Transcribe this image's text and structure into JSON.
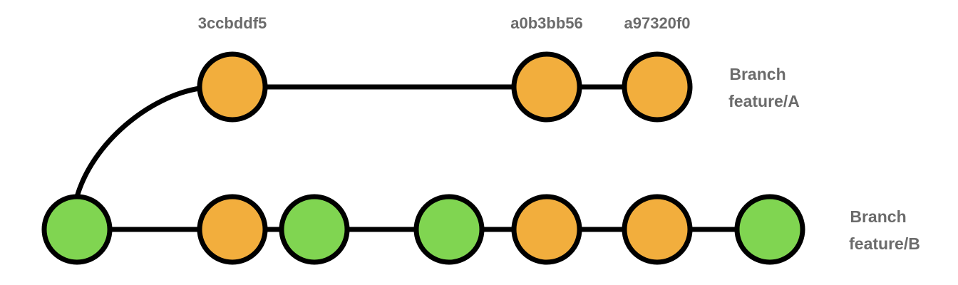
{
  "colors": {
    "line": "#000000",
    "orange": "#F2AE3D",
    "green": "#80D551",
    "label": "#6b6b6b"
  },
  "commits_a": [
    {
      "hash": "3ccbddf5",
      "color": "orange"
    },
    {
      "hash": "a0b3bb56",
      "color": "orange"
    },
    {
      "hash": "a97320f0",
      "color": "orange"
    }
  ],
  "commits_b": [
    "green",
    "orange",
    "green",
    "green",
    "orange",
    "orange",
    "green"
  ],
  "branch_a": {
    "line1": "Branch",
    "line2": "feature/A"
  },
  "branch_b": {
    "line1": "Branch",
    "line2": "feature/B"
  }
}
